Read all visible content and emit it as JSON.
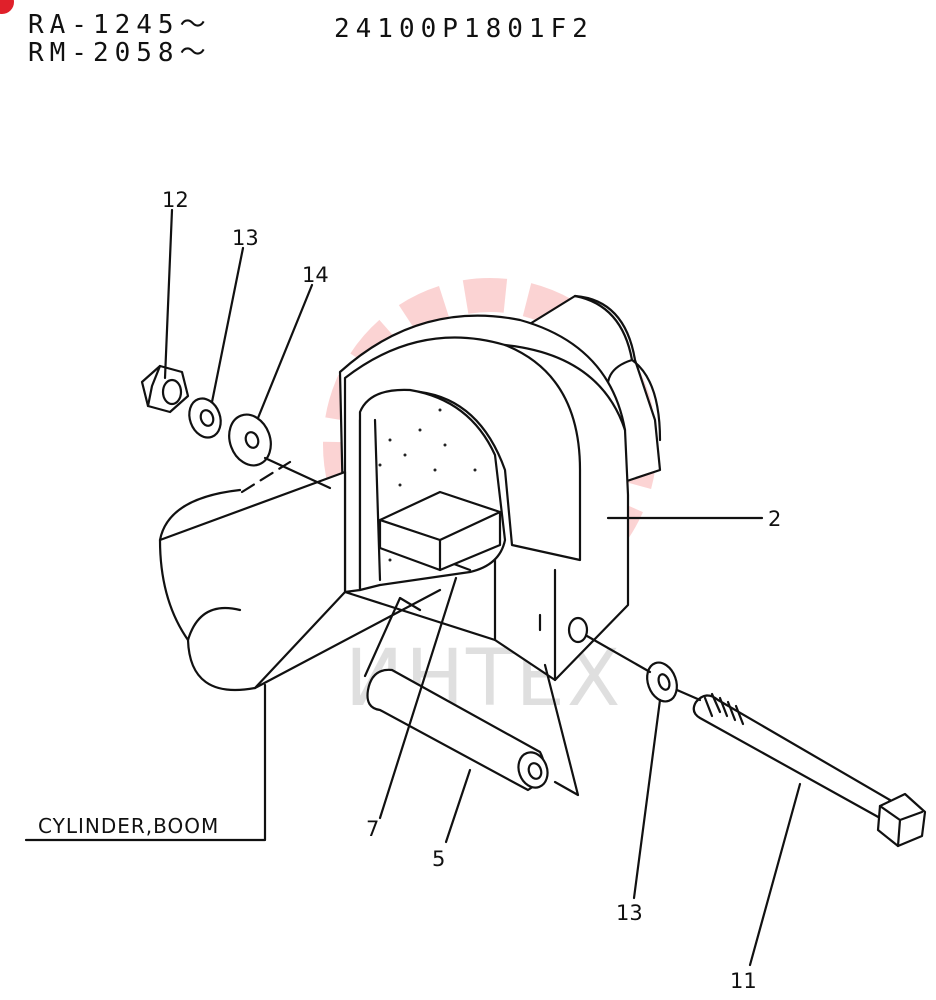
{
  "header": {
    "serial_line1": "RA-1245",
    "serial_line2": "RM-2058",
    "tilde": "〜",
    "part_code": "24100P1801F2"
  },
  "callouts": {
    "c2": "2",
    "c5": "5",
    "c7": "7",
    "c11": "11",
    "c12": "12",
    "c13_top": "13",
    "c13_bottom": "13",
    "c14": "14"
  },
  "cylinder_label": "CYLINDER,BOOM",
  "watermark_text": "ИНТЕХ",
  "colors": {
    "line": "#111111",
    "watermark": "#f03a3a",
    "badge": "#e0202a"
  }
}
